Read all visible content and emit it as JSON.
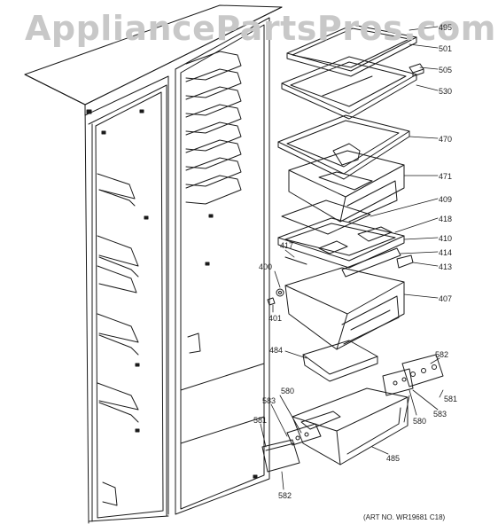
{
  "watermark": "AppliancePartsPros.com",
  "art_number": "(ART NO. WR19681 C18)",
  "callouts": [
    {
      "id": "c495",
      "text": "495"
    },
    {
      "id": "c501",
      "text": "501"
    },
    {
      "id": "c505",
      "text": "505"
    },
    {
      "id": "c530",
      "text": "530"
    },
    {
      "id": "c470",
      "text": "470"
    },
    {
      "id": "c471",
      "text": "471"
    },
    {
      "id": "c409",
      "text": "409"
    },
    {
      "id": "c418",
      "text": "418"
    },
    {
      "id": "c410",
      "text": "410"
    },
    {
      "id": "c417",
      "text": "417"
    },
    {
      "id": "c414",
      "text": "414"
    },
    {
      "id": "c413",
      "text": "413"
    },
    {
      "id": "c400",
      "text": "400"
    },
    {
      "id": "c407",
      "text": "407"
    },
    {
      "id": "c401",
      "text": "401"
    },
    {
      "id": "c484",
      "text": "484"
    },
    {
      "id": "c582a",
      "text": "582"
    },
    {
      "id": "c580a",
      "text": "580"
    },
    {
      "id": "c583a",
      "text": "583"
    },
    {
      "id": "c581a",
      "text": "581"
    },
    {
      "id": "c583b",
      "text": "583"
    },
    {
      "id": "c580b",
      "text": "580"
    },
    {
      "id": "c581b",
      "text": "581"
    },
    {
      "id": "c485",
      "text": "485"
    },
    {
      "id": "c582b",
      "text": "582"
    }
  ]
}
